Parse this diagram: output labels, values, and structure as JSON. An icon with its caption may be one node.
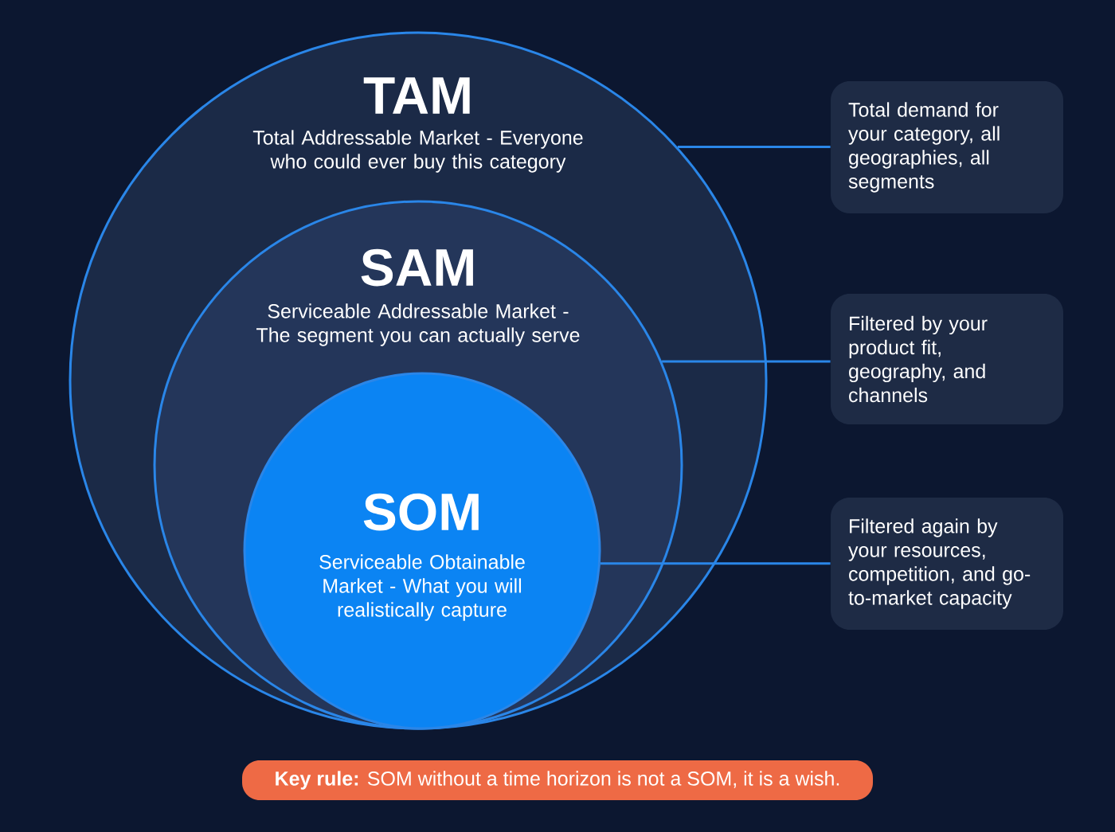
{
  "diagram": {
    "nodes": [
      {
        "text": [
          "TAM",
          "Total Addressable Market - Everyone who could ever buy this category"
        ]
      },
      {
        "text": [
          "SAM",
          "Serviceable Addressable Market - The segment you can actually serve"
        ],
        "in": 0
      },
      {
        "text": [
          "SOM",
          "Serviceable Obtainable Market - What you will realistically capture"
        ],
        "in": 1
      },
      {
        "text": [
          "Total demand for your category, all geographies, all segments"
        ]
      },
      {
        "text": [
          "Filtered by your product fit, geography, and channels"
        ]
      },
      {
        "text": [
          "Filtered again by your resources, competition, and go-to-market capacity"
        ]
      }
    ],
    "edges": [
      {
        "from": 0,
        "to": 3,
        "arrow": "none"
      },
      {
        "from": 1,
        "to": 4,
        "arrow": "none"
      },
      {
        "from": 2,
        "to": 5,
        "arrow": "none"
      }
    ],
    "labels": [
      "**Key rule:** SOM without a time horizon is not a SOM, it is a wish."
    ]
  }
}
